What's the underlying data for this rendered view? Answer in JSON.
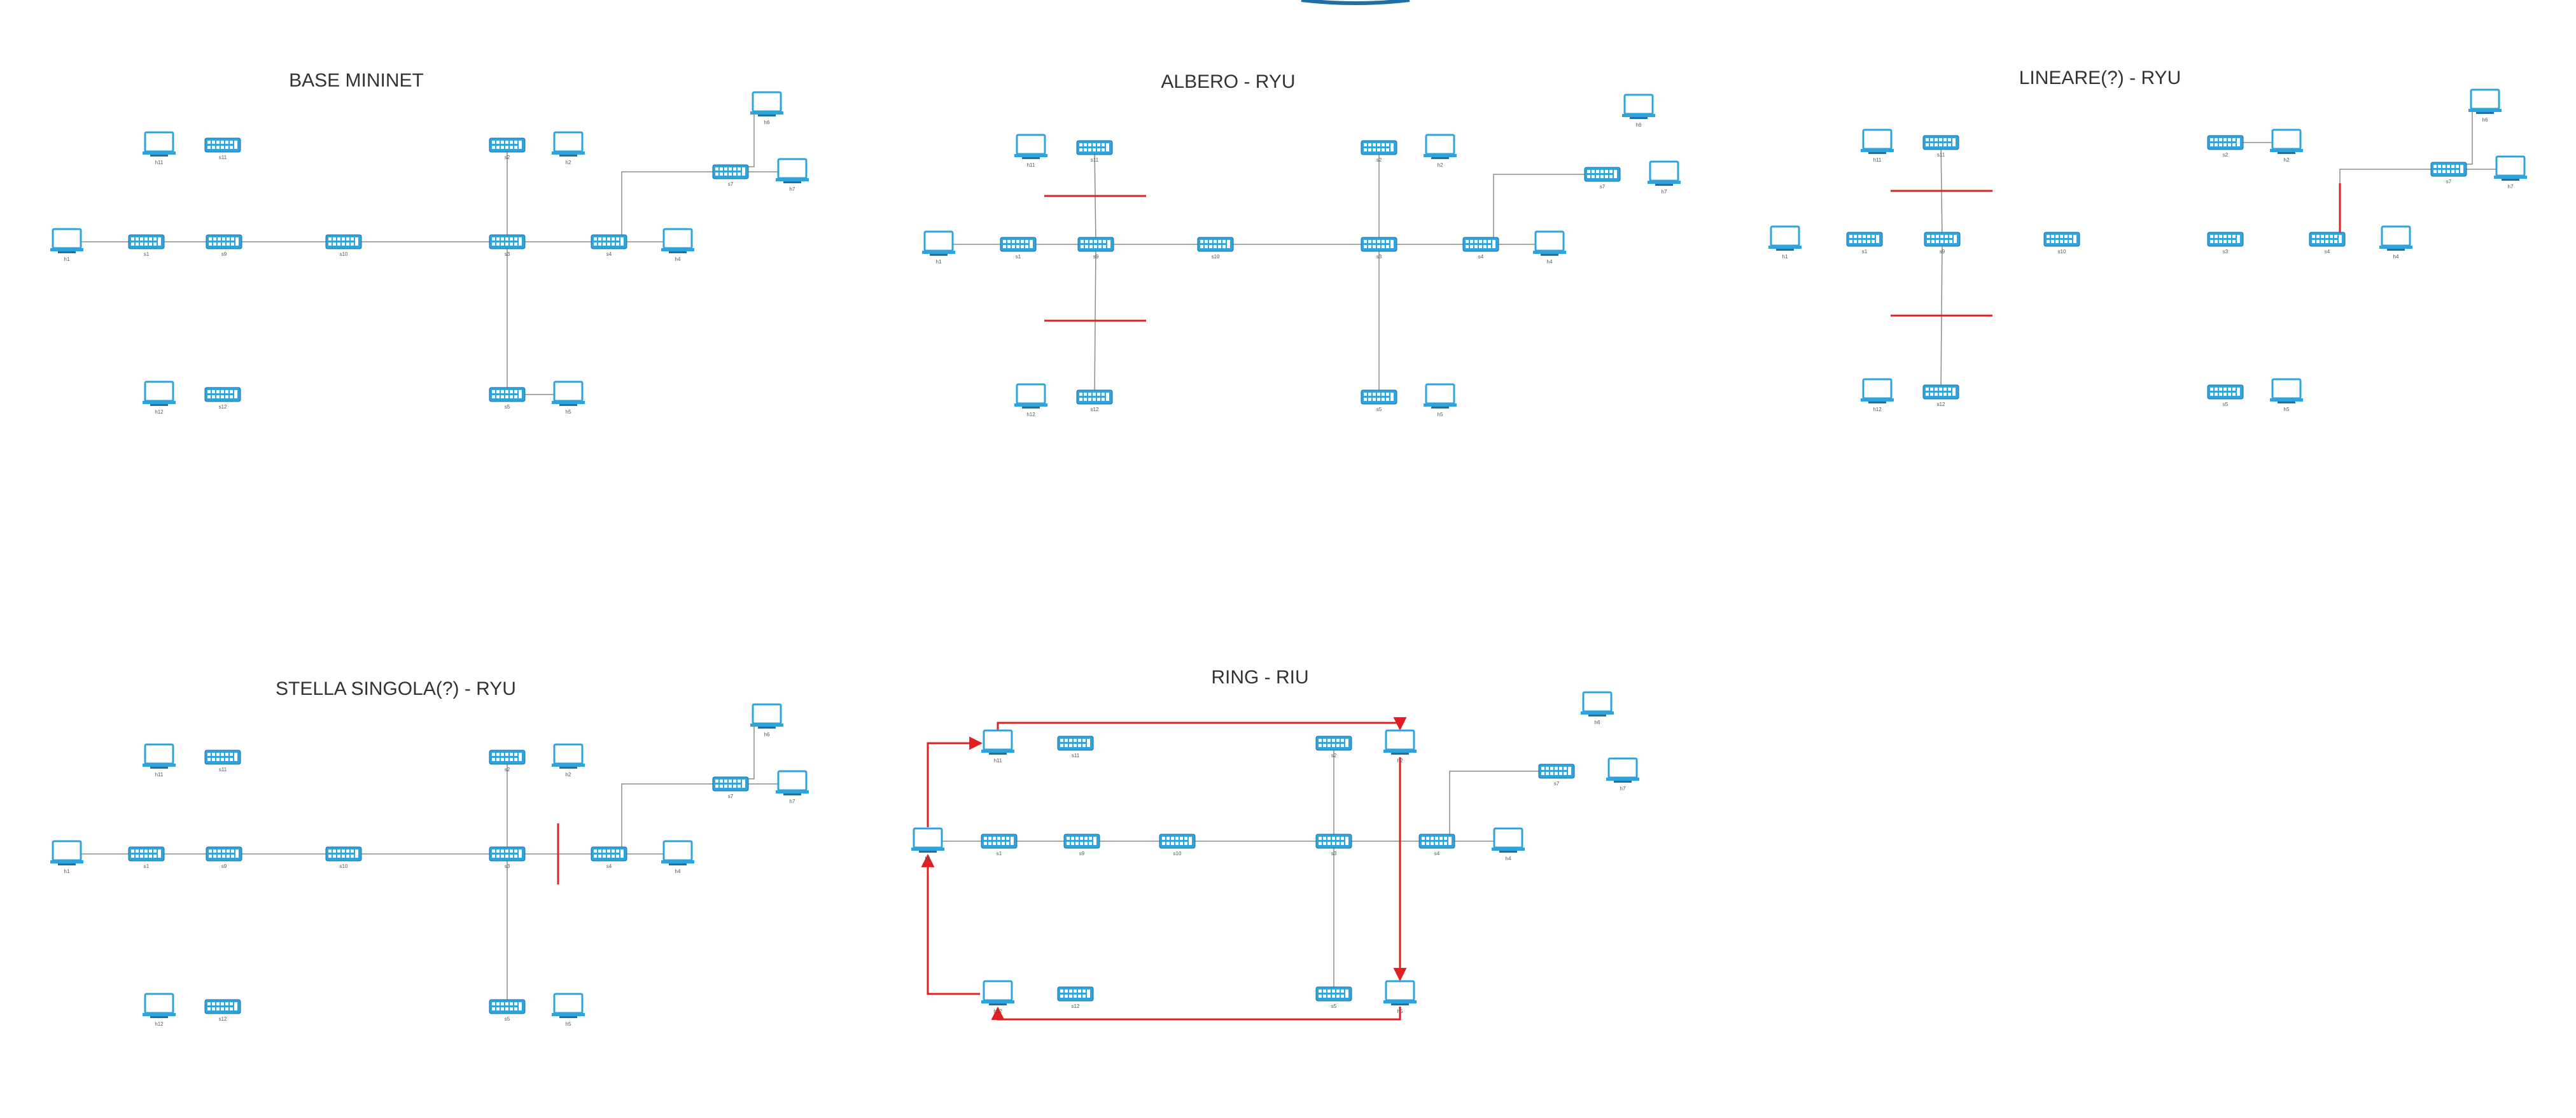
{
  "colors": {
    "device": "#2ea3dc",
    "device_dark": "#1d6fa5",
    "link": "#8c8c8c",
    "cut": "#e02020",
    "title": "#333333"
  },
  "icons": {
    "switch": "network-switch-icon",
    "host": "computer-monitor-icon"
  },
  "diagrams": [
    {
      "id": "base-mininet",
      "title": "BASE MININET",
      "nodes": [
        {
          "id": "h11",
          "type": "host"
        },
        {
          "id": "s11",
          "type": "switch"
        },
        {
          "id": "h1",
          "type": "host"
        },
        {
          "id": "s1",
          "type": "switch"
        },
        {
          "id": "s9",
          "type": "switch"
        },
        {
          "id": "s10",
          "type": "switch"
        },
        {
          "id": "h12",
          "type": "host"
        },
        {
          "id": "s12",
          "type": "switch"
        },
        {
          "id": "s2",
          "type": "switch"
        },
        {
          "id": "h2",
          "type": "host"
        },
        {
          "id": "s3",
          "type": "switch"
        },
        {
          "id": "s4",
          "type": "switch"
        },
        {
          "id": "h4",
          "type": "host"
        },
        {
          "id": "s5",
          "type": "switch"
        },
        {
          "id": "h5",
          "type": "host"
        },
        {
          "id": "s7",
          "type": "switch"
        },
        {
          "id": "h6",
          "type": "host"
        },
        {
          "id": "h7",
          "type": "host"
        }
      ],
      "links": [
        [
          "h1",
          "s1"
        ],
        [
          "s1",
          "s9"
        ],
        [
          "s9",
          "s10"
        ],
        [
          "s10",
          "s3"
        ],
        [
          "s3",
          "s4"
        ],
        [
          "s4",
          "h4"
        ],
        [
          "s2",
          "s3"
        ],
        [
          "s3",
          "s5"
        ],
        [
          "s5",
          "h5"
        ],
        [
          "s4",
          "s7"
        ],
        [
          "s7",
          "h6"
        ],
        [
          "s7",
          "h7"
        ]
      ],
      "cuts": []
    },
    {
      "id": "albero-ryu",
      "title": "ALBERO - RYU",
      "nodes": [
        {
          "id": "h11",
          "type": "host"
        },
        {
          "id": "s11",
          "type": "switch"
        },
        {
          "id": "h1",
          "type": "host"
        },
        {
          "id": "s1",
          "type": "switch"
        },
        {
          "id": "s9",
          "type": "switch"
        },
        {
          "id": "s10",
          "type": "switch"
        },
        {
          "id": "h12",
          "type": "host"
        },
        {
          "id": "s12",
          "type": "switch"
        },
        {
          "id": "s2",
          "type": "switch"
        },
        {
          "id": "h2",
          "type": "host"
        },
        {
          "id": "s3",
          "type": "switch"
        },
        {
          "id": "s4",
          "type": "switch"
        },
        {
          "id": "h4",
          "type": "host"
        },
        {
          "id": "s5",
          "type": "switch"
        },
        {
          "id": "h5",
          "type": "host"
        },
        {
          "id": "s7",
          "type": "switch"
        },
        {
          "id": "h6",
          "type": "host"
        },
        {
          "id": "h7",
          "type": "host"
        }
      ],
      "links": [
        [
          "s11",
          "s9"
        ],
        [
          "s9",
          "s12"
        ],
        [
          "h1",
          "s1"
        ],
        [
          "s1",
          "s9"
        ],
        [
          "s9",
          "s10"
        ],
        [
          "s10",
          "s3"
        ],
        [
          "s3",
          "s4"
        ],
        [
          "s4",
          "h4"
        ],
        [
          "s2",
          "s3"
        ],
        [
          "s3",
          "s5"
        ],
        [
          "s4",
          "s7"
        ]
      ],
      "cuts": [
        {
          "between": [
            "s11",
            "s9"
          ]
        },
        {
          "between": [
            "s9",
            "s12"
          ]
        }
      ]
    },
    {
      "id": "lineare-ryu",
      "title": "LINEARE(?) - RYU",
      "nodes": [
        {
          "id": "h11",
          "type": "host"
        },
        {
          "id": "s11",
          "type": "switch"
        },
        {
          "id": "h1",
          "type": "host"
        },
        {
          "id": "s1",
          "type": "switch"
        },
        {
          "id": "s9",
          "type": "switch"
        },
        {
          "id": "s10",
          "type": "switch"
        },
        {
          "id": "h12",
          "type": "host"
        },
        {
          "id": "s12",
          "type": "switch"
        },
        {
          "id": "s2",
          "type": "switch"
        },
        {
          "id": "h2",
          "type": "host"
        },
        {
          "id": "s3",
          "type": "switch"
        },
        {
          "id": "s4",
          "type": "switch"
        },
        {
          "id": "h4",
          "type": "host"
        },
        {
          "id": "s5",
          "type": "switch"
        },
        {
          "id": "h5",
          "type": "host"
        },
        {
          "id": "s7",
          "type": "switch"
        },
        {
          "id": "h6",
          "type": "host"
        },
        {
          "id": "h7",
          "type": "host"
        }
      ],
      "links": [
        [
          "s11",
          "s9"
        ],
        [
          "s9",
          "s12"
        ],
        [
          "s2",
          "h2"
        ],
        [
          "s4",
          "s7"
        ],
        [
          "s7",
          "h6"
        ],
        [
          "s7",
          "h7"
        ]
      ],
      "cuts": [
        {
          "between": [
            "s11",
            "s9"
          ]
        },
        {
          "between": [
            "s9",
            "s12"
          ]
        },
        {
          "between": [
            "s4",
            "s7"
          ]
        }
      ]
    },
    {
      "id": "stella-singola-ryu",
      "title": "STELLA SINGOLA(?) - RYU",
      "nodes": [
        {
          "id": "h11",
          "type": "host"
        },
        {
          "id": "s11",
          "type": "switch"
        },
        {
          "id": "h1",
          "type": "host"
        },
        {
          "id": "s1",
          "type": "switch"
        },
        {
          "id": "s9",
          "type": "switch"
        },
        {
          "id": "s10",
          "type": "switch"
        },
        {
          "id": "h12",
          "type": "host"
        },
        {
          "id": "s12",
          "type": "switch"
        },
        {
          "id": "s2",
          "type": "switch"
        },
        {
          "id": "h2",
          "type": "host"
        },
        {
          "id": "s3",
          "type": "switch"
        },
        {
          "id": "s4",
          "type": "switch"
        },
        {
          "id": "h4",
          "type": "host"
        },
        {
          "id": "s5",
          "type": "switch"
        },
        {
          "id": "h5",
          "type": "host"
        },
        {
          "id": "s7",
          "type": "switch"
        },
        {
          "id": "h6",
          "type": "host"
        },
        {
          "id": "h7",
          "type": "host"
        }
      ],
      "links": [
        [
          "h1",
          "s1"
        ],
        [
          "s1",
          "s9"
        ],
        [
          "s9",
          "s10"
        ],
        [
          "s10",
          "s3"
        ],
        [
          "s3",
          "s4"
        ],
        [
          "s4",
          "h4"
        ],
        [
          "s2",
          "s3"
        ],
        [
          "s3",
          "s5"
        ],
        [
          "s4",
          "s7"
        ],
        [
          "s7",
          "h6"
        ],
        [
          "s7",
          "h7"
        ]
      ],
      "cuts": [
        {
          "between": [
            "s3",
            "s4"
          ]
        }
      ]
    },
    {
      "id": "ring-riu",
      "title": "RING - RIU",
      "nodes": [
        {
          "id": "h1",
          "type": "host"
        },
        {
          "id": "s1",
          "type": "switch"
        },
        {
          "id": "s9",
          "type": "switch"
        },
        {
          "id": "s10",
          "type": "switch"
        },
        {
          "id": "h11",
          "type": "host"
        },
        {
          "id": "s11",
          "type": "switch"
        },
        {
          "id": "h12",
          "type": "host"
        },
        {
          "id": "s12",
          "type": "switch"
        },
        {
          "id": "s2",
          "type": "switch"
        },
        {
          "id": "h2",
          "type": "host"
        },
        {
          "id": "s3",
          "type": "switch"
        },
        {
          "id": "s4",
          "type": "switch"
        },
        {
          "id": "h4",
          "type": "host"
        },
        {
          "id": "s5",
          "type": "switch"
        },
        {
          "id": "h5",
          "type": "host"
        },
        {
          "id": "s7",
          "type": "switch"
        },
        {
          "id": "h6",
          "type": "host"
        },
        {
          "id": "h7",
          "type": "host"
        }
      ],
      "links": [
        [
          "h1",
          "s1"
        ],
        [
          "s1",
          "s9"
        ],
        [
          "s9",
          "s10"
        ],
        [
          "s10",
          "s3"
        ],
        [
          "s3",
          "s4"
        ],
        [
          "s4",
          "h4"
        ],
        [
          "s2",
          "s3"
        ],
        [
          "s3",
          "s5"
        ],
        [
          "s4",
          "s7"
        ]
      ],
      "ring": [
        "h11",
        "h2",
        "h5",
        "h12",
        "h1"
      ],
      "cuts": []
    }
  ]
}
